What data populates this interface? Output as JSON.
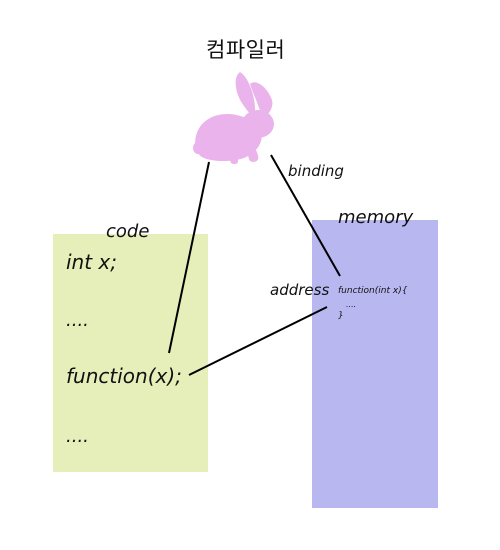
{
  "title": "컴파일러",
  "rabbit": {
    "icon": "rabbit-icon",
    "color": "#ebb3eb"
  },
  "binding_label": "binding",
  "code": {
    "label": "code",
    "color": "#e6efba",
    "lines": [
      "int x;",
      "....",
      "function(x);",
      "...."
    ]
  },
  "memory": {
    "label": "memory",
    "color": "#b9b7ef",
    "address_label": "address",
    "lines": [
      "function(int x){",
      "....",
      "}"
    ]
  }
}
